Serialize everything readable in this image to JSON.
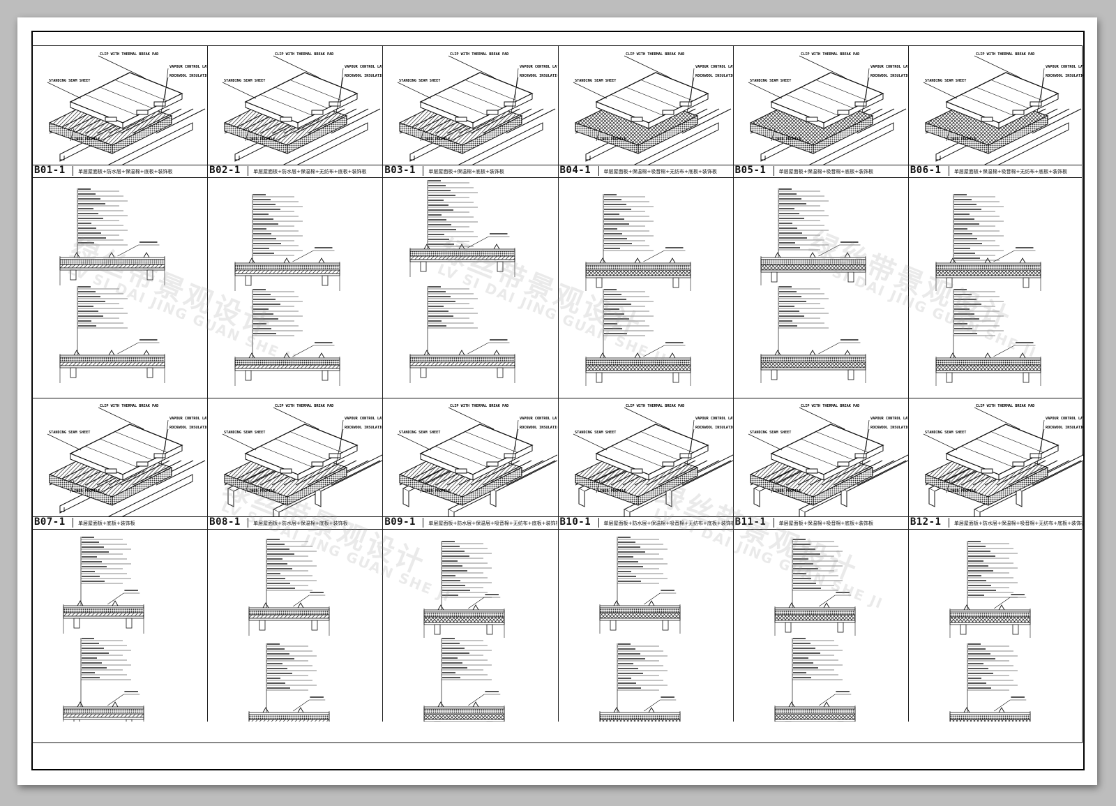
{
  "drawing": {
    "callouts": {
      "clip": "CLIP WITH THERMAL BREAK PAD",
      "sheet": "STANDING SEAM SHEET",
      "vapour": "VAPOUR CONTROL LAYER",
      "rockwool": "ROCKWOOL INSULATION",
      "liner": "LINER PROFILE"
    },
    "details": [
      {
        "code": "B01-1",
        "desc": "单层屋面板+防水层+保温棉+底板+装饰板"
      },
      {
        "code": "B02-1",
        "desc": "单层屋面板+防水层+保温棉+无纺布+底板+装饰板"
      },
      {
        "code": "B03-1",
        "desc": "单层屋面板+保温棉+底板+装饰板"
      },
      {
        "code": "B04-1",
        "desc": "单层屋面板+保温棉+吸音棉+无纺布+底板+装饰板"
      },
      {
        "code": "B05-1",
        "desc": "单层屋面板+保温棉+吸音棉+底板+装饰板"
      },
      {
        "code": "B06-1",
        "desc": "单层屋面板+保温棉+吸音棉+无纺布+底板+装饰板"
      },
      {
        "code": "B07-1",
        "desc": "单层屋面板+底板+装饰板"
      },
      {
        "code": "B08-1",
        "desc": "单层屋面板+防水层+保温棉+底板+装饰板"
      },
      {
        "code": "B09-1",
        "desc": "单层屋面板+防水层+保温层+吸音棉+无纺布+底板+装饰板"
      },
      {
        "code": "B10-1",
        "desc": "单层屋面板+防水层+保温棉+吸音棉+无纺布+底板+装饰板"
      },
      {
        "code": "B11-1",
        "desc": "单层屋面板+保温棉+吸音棉+底板+装饰板"
      },
      {
        "code": "B12-1",
        "desc": "单层屋面板+防水层+保温棉+吸音棉+无纺布+底板+装饰板"
      }
    ]
  },
  "watermark": {
    "cn": "绿丝带景观设计",
    "en": "LV SI DAI JING GUAN SHE JI"
  }
}
